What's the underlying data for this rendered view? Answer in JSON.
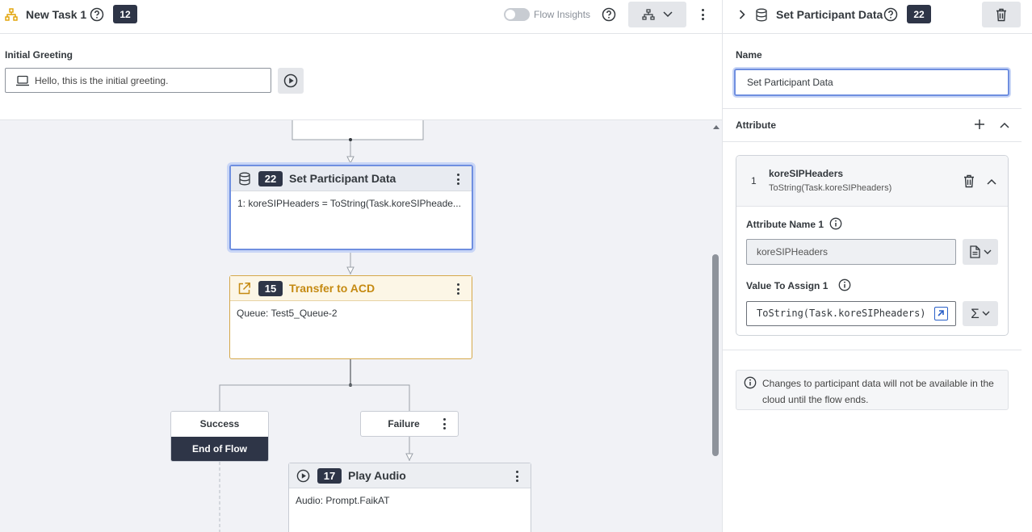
{
  "header": {
    "title": "New Task 1",
    "badge": "12",
    "flow_insights_label": "Flow Insights"
  },
  "greeting": {
    "label": "Initial Greeting",
    "value": "Hello, this is the initial greeting."
  },
  "nodes": {
    "set_participant": {
      "number": "22",
      "title": "Set Participant Data",
      "body": "1: koreSIPHeaders = ToString(Task.koreSIPheade..."
    },
    "transfer": {
      "number": "15",
      "title": "Transfer to ACD",
      "body": "Queue: Test5_Queue-2"
    },
    "success": {
      "label": "Success",
      "end_label": "End of Flow"
    },
    "failure": {
      "label": "Failure"
    },
    "play_audio": {
      "number": "17",
      "title": "Play Audio",
      "body": "Audio: Prompt.FaikAT"
    }
  },
  "panel": {
    "title": "Set Participant Data",
    "badge": "22",
    "name_label": "Name",
    "name_value": "Set Participant Data",
    "attribute_section_label": "Attribute",
    "attribute": {
      "index": "1",
      "name": "koreSIPHeaders",
      "subtitle": "ToString(Task.koreSIPheaders)",
      "attr_name_label": "Attribute Name 1",
      "attr_name_value": "koreSIPHeaders",
      "value_label": "Value To Assign 1",
      "value_value": "ToString(Task.koreSIPheaders)"
    },
    "info_text": "Changes to participant data will not be available in the cloud until the flow ends."
  },
  "colors": {
    "accent": "#2a60c8",
    "badge_bg": "#2e3547",
    "transfer_gold": "#c58a12",
    "canvas_bg": "#f1f2f6"
  }
}
